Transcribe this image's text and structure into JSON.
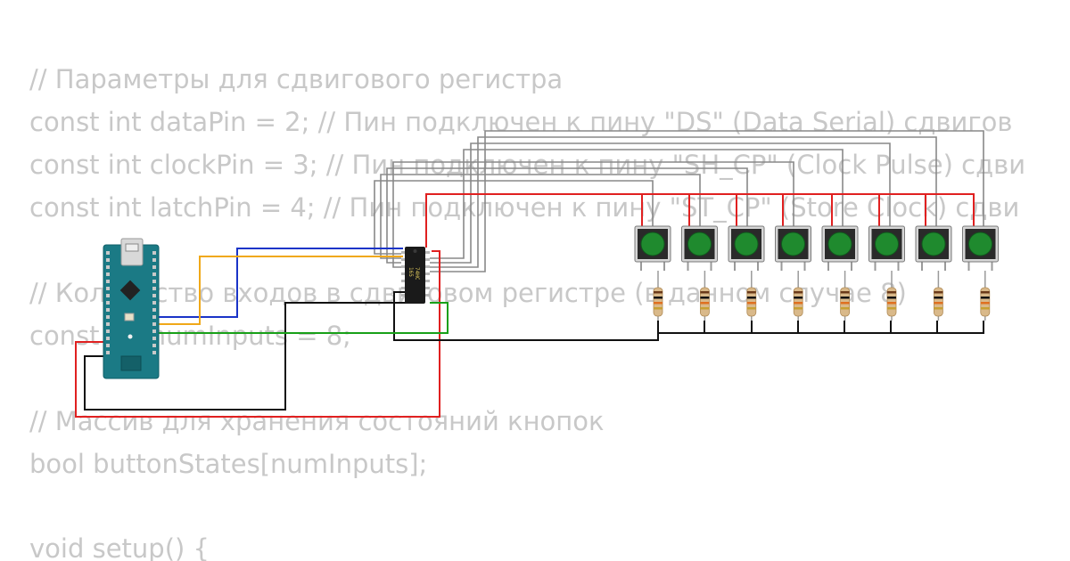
{
  "code_lines": [
    "// Параметры для сдвигового регистра",
    "const int dataPin = 2;    // Пин подключен к пину \"DS\" (Data Serial) сдвигов",
    "const int clockPin = 3;   // Пин подключен к пину \"SH_CP\" (Clock Pulse) сдви",
    "const int latchPin = 4;   // Пин подключен к пину \"ST_CP\" (Store Clock) сдви",
    "",
    "// Количество входов в сдвиговом регистре (в данном случае 8)",
    "const int numInputs = 8;",
    "",
    "// Массив для хранения состояний кнопок",
    "bool buttonStates[numInputs];",
    "",
    "void setup() {"
  ],
  "chip": {
    "line1": "74HC",
    "line2": "165"
  },
  "buttons": {
    "count": 8
  },
  "colors": {
    "code_text": "#c8c8c8",
    "board": "#1b7a85",
    "button_cap": "#1f8a2e",
    "wire_red": "#e02020",
    "wire_black": "#111111",
    "wire_gray": "#888888",
    "wire_blue": "#1a34c8",
    "wire_orange": "#f0a818",
    "wire_green": "#18a018"
  }
}
